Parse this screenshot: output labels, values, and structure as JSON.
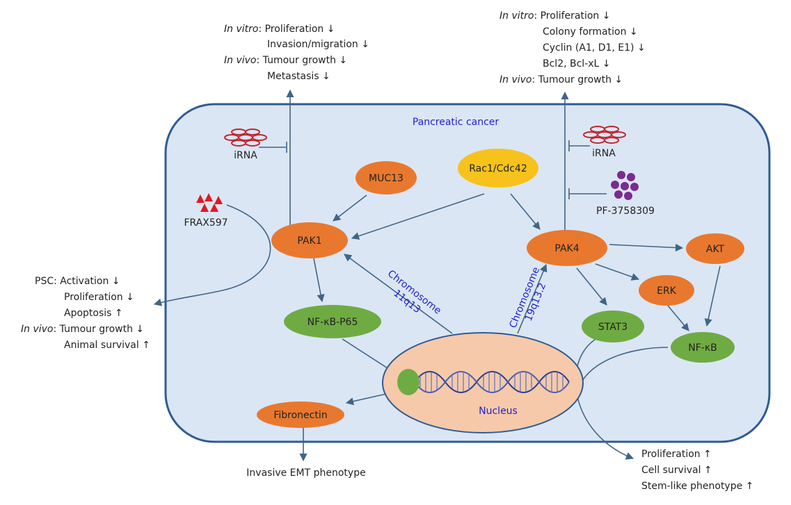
{
  "colors": {
    "cell_fill": "#dbe6f4",
    "cell_border": "#2e5b95",
    "orange_node": "#e9782f",
    "green_node": "#6fab43",
    "yellow_node": "#f7c21b",
    "nucleus": "#f6c9aa",
    "arrow": "#3f6587",
    "label_blue": "#1f1fd0",
    "inhibitor_red": "#c0272d",
    "pf_purple": "#7b2b91"
  },
  "cell_label": "Pancreatic cancer",
  "nucleus_label": "Nucleus",
  "nodes": {
    "muc13": "MUC13",
    "rac1": "Rac1/Cdc42",
    "pak1": "PAK1",
    "pak4": "PAK4",
    "akt": "AKT",
    "erk": "ERK",
    "stat3": "STAT3",
    "nfkb": "NF-κB",
    "nfkb_p65": "NF-κB-P65",
    "fibronectin": "Fibronectin"
  },
  "inhibitors": {
    "irna_left": "iRNA",
    "irna_right": "iRNA",
    "frax": "FRAX597",
    "pf": "PF-3758309"
  },
  "chromosome": {
    "left_1": "Chromosome",
    "left_2": "11q13",
    "right_1": "Chromosome",
    "right_2": "19q13.2"
  },
  "pak1_effects": {
    "in_vitro": "In vitro",
    "l1": ": Proliferation ↓",
    "l2": "Invasion/migration ↓",
    "in_vivo": "In vivo",
    "l3": ": Tumour growth ↓",
    "l4": "Metastasis ↓"
  },
  "pak4_effects": {
    "in_vitro": "In vitro",
    "l1": ": Proliferation ↓",
    "l2": "Colony formation ↓",
    "l3": "Cyclin (A1, D1, E1) ↓",
    "l4": "Bcl2, Bcl-xL ↓",
    "in_vivo": "In vivo",
    "l5": ": Tumour growth ↓"
  },
  "psc_effects": {
    "l1": "PSC: Activation ↓",
    "l2": "Proliferation ↓",
    "l3": "Apoptosis ↑",
    "in_vivo": "In vivo",
    "l4": ": Tumour growth ↓",
    "l5": "Animal survival ↑"
  },
  "emt_text": "Invasive EMT phenotype",
  "outcome_effects": {
    "l1": "Proliferation ↑",
    "l2": "Cell survival ↑",
    "l3": "Stem-like phenotype ↑"
  }
}
